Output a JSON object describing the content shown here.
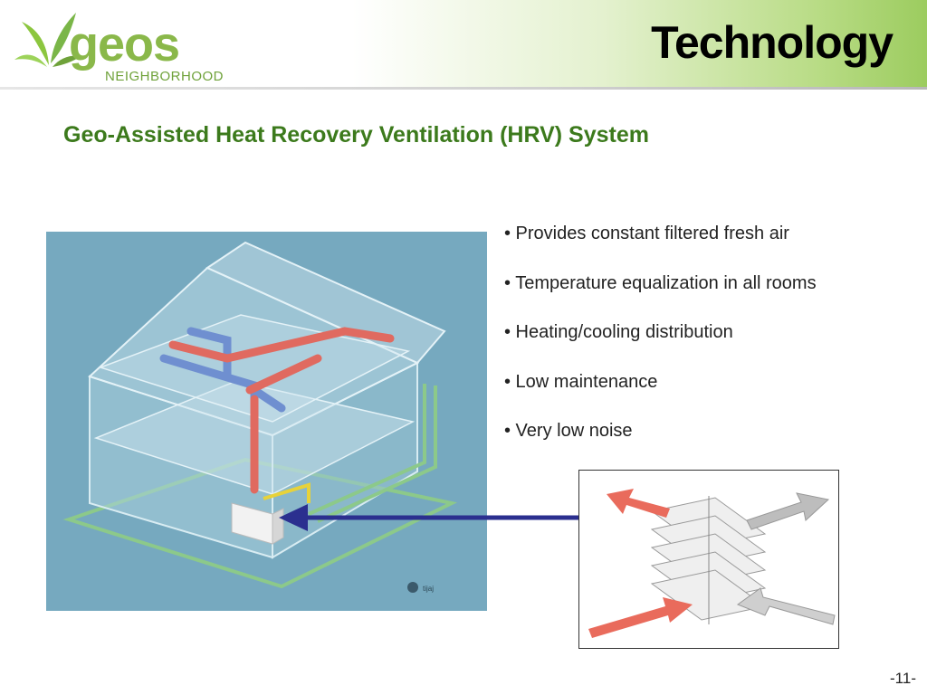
{
  "logo": {
    "word": "geos",
    "sub": "NEIGHBORHOOD"
  },
  "header": {
    "title": "Technology"
  },
  "subtitle": "Geo-Assisted Heat Recovery Ventilation (HRV) System",
  "bullets": [
    "• Provides constant filtered fresh air",
    "• Temperature equalization in all rooms",
    "• Heating/cooling distribution",
    "• Low maintenance",
    "• Very low noise"
  ],
  "house_image": {
    "credit": "tijaj"
  },
  "colors": {
    "brand_green": "#8ab84a",
    "subtitle_green": "#3c7a1c",
    "arrow_blue": "#2b2f8f",
    "house_bg": "#76a9bf"
  },
  "page_number": "-11-"
}
